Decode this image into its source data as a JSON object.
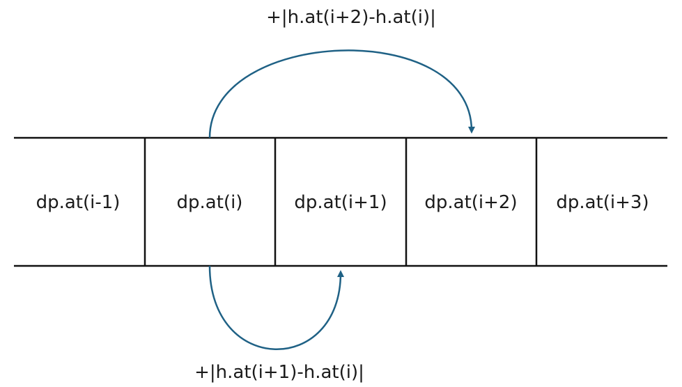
{
  "cells": [
    {
      "label": "dp.at(i-1)"
    },
    {
      "label": "dp.at(i)"
    },
    {
      "label": "dp.at(i+1)"
    },
    {
      "label": "dp.at(i+2)"
    },
    {
      "label": "dp.at(i+3)"
    }
  ],
  "top_arrow": {
    "label": "+|h.at(i+2)-h.at(i)|",
    "from": "dp.at(i)",
    "to": "dp.at(i+2)"
  },
  "bottom_arrow": {
    "label": "+|h.at(i+1)-h.at(i)|",
    "from": "dp.at(i)",
    "to": "dp.at(i+1)"
  },
  "colors": {
    "arrow": "#1f6185",
    "border": "#111111",
    "text": "#1a1a1a"
  }
}
